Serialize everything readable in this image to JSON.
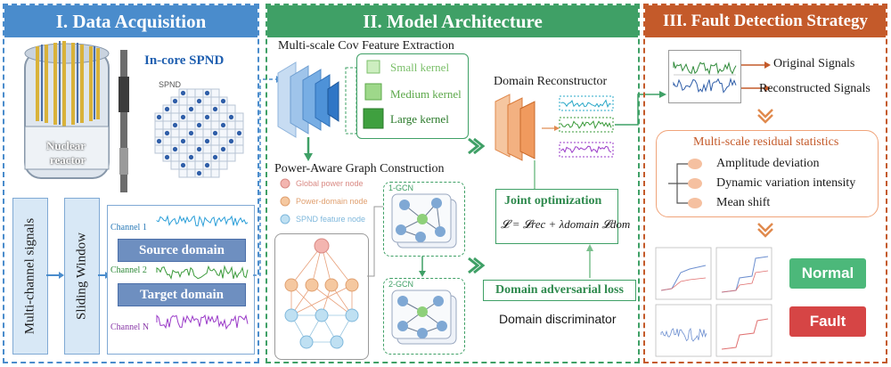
{
  "panels": {
    "acquisition": {
      "title": "I. Data Acquisition",
      "incore_label": "In-core SPND",
      "spnd_tag": "SPND",
      "reactor_label_1": "Nuclear",
      "reactor_label_2": "reactor",
      "signals_label": "Multi-channel signals",
      "window_label": "Sliding Window",
      "channel_1": "Channel 1",
      "channel_2": "Channel 2",
      "channel_n": "Channel N",
      "source_domain": "Source domain",
      "target_domain": "Target domain"
    },
    "architecture": {
      "title": "II. Model Architecture",
      "conv_title": "Multi-scale Cov Feature Extraction",
      "kernels": [
        "Small kernel",
        "Medium kernel",
        "Large kernel"
      ],
      "reconstructor": "Domain Reconstructor",
      "graph_title": "Power-Aware Graph Construction",
      "node_legend": [
        "Global power node",
        "Power-domain node",
        "SPND feature node"
      ],
      "gcn_1": "1-GCN",
      "gcn_2": "2-GCN",
      "joint_opt": "Joint optimization",
      "loss_formula": "𝓛 = 𝓛rec + λdomain 𝓛dom",
      "adv_loss": "Domain adversarial loss",
      "discriminator": "Domain discriminator"
    },
    "strategy": {
      "title": "III. Fault Detection Strategy",
      "original": "Original Signals",
      "reconstructed": "Reconstructed Signals",
      "residual_title": "Multi-scale residual statistics",
      "stats": [
        "Amplitude deviation",
        "Dynamic variation intensity",
        "Mean shift"
      ],
      "normal": "Normal",
      "fault": "Fault"
    }
  },
  "colors": {
    "panel1": "#4a8ccc",
    "panel2": "#3fa066",
    "panel3": "#c45a2a",
    "normal": "#4cb87a",
    "fault": "#d64545",
    "kernel": "#5ab35a",
    "residual": "#f0a47a"
  }
}
